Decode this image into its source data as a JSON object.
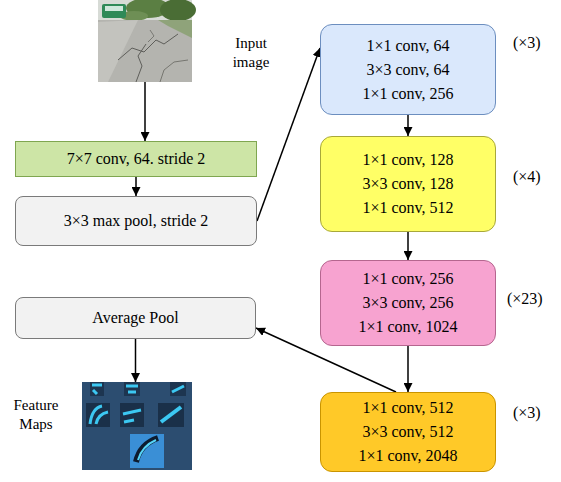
{
  "diagram": {
    "nodes": [
      {
        "text": [
          "Input image"
        ]
      },
      {
        "text": [
          "7×7 conv, 64. stride 2"
        ]
      },
      {
        "text": [
          "3×3 max pool, stride 2"
        ]
      },
      {
        "text": [
          "1×1 conv, 64",
          "3×3 conv, 64",
          "1×1 conv, 256",
          "(×3)"
        ]
      },
      {
        "text": [
          "1×1 conv, 128",
          "3×3 conv, 128",
          "1×1 conv, 512",
          "(×4)"
        ]
      },
      {
        "text": [
          "1×1 conv, 256",
          "3×3 conv, 256",
          "1×1 conv, 1024",
          "(×23)"
        ]
      },
      {
        "text": [
          "1×1 conv, 512",
          "3×3 conv, 512",
          "1×1 conv, 2048",
          "(×3)"
        ]
      },
      {
        "text": [
          "Average Pool"
        ]
      },
      {
        "text": [
          "Feature Maps"
        ]
      }
    ],
    "edges": [
      {
        "from": 0,
        "to": 1,
        "arrow": "to"
      },
      {
        "from": 1,
        "to": 2,
        "arrow": "to"
      },
      {
        "from": 2,
        "to": 3,
        "arrow": "to"
      },
      {
        "from": 3,
        "to": 4,
        "arrow": "to"
      },
      {
        "from": 4,
        "to": 5,
        "arrow": "to"
      },
      {
        "from": 5,
        "to": 6,
        "arrow": "to"
      },
      {
        "from": 6,
        "to": 7,
        "arrow": "to"
      },
      {
        "from": 7,
        "to": 8,
        "arrow": "to"
      }
    ]
  }
}
